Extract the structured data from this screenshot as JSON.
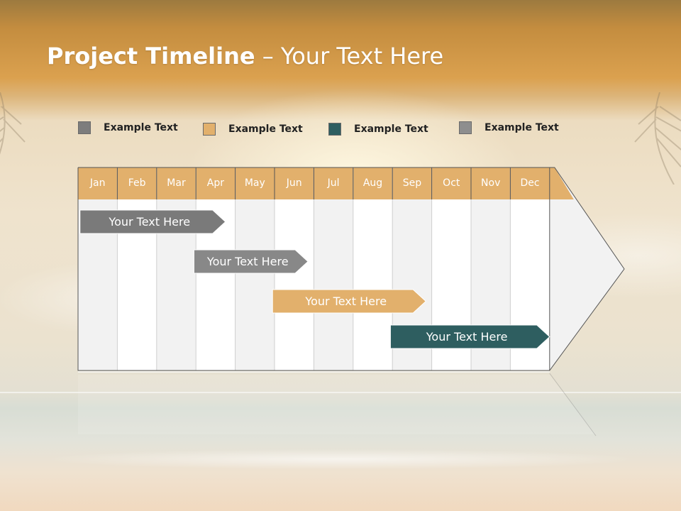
{
  "slide": {
    "title_bold": "Project Timeline",
    "title_rest": " – Your Text Here"
  },
  "legend": [
    {
      "label": "Example Text",
      "color": "#7d7d7d"
    },
    {
      "label": "Example Text",
      "color": "#e2b06c"
    },
    {
      "label": "Example Text",
      "color": "#2e5e60"
    },
    {
      "label": "Example Text",
      "color": "#8e8e8e"
    }
  ],
  "colors": {
    "header": "#e2b06c",
    "column_light": "#f2f2f2",
    "column_white": "#ffffff",
    "grid_line": "#cfcfcf",
    "outline": "#555555"
  },
  "months": [
    "Jan",
    "Feb",
    "Mar",
    "Apr",
    "May",
    "Jun",
    "Jul",
    "Aug",
    "Sep",
    "Oct",
    "Nov",
    "Dec"
  ],
  "tasks": [
    {
      "label": "Your  Text Here",
      "start_month": 0.05,
      "end_month": 3.75,
      "color": "#7a7a7a"
    },
    {
      "label": "Your  Text Here",
      "start_month": 2.95,
      "end_month": 5.85,
      "color": "#888888"
    },
    {
      "label": "Your  Text Here",
      "start_month": 4.95,
      "end_month": 8.85,
      "color": "#e2b06c"
    },
    {
      "label": "Your  Text Here",
      "start_month": 7.95,
      "end_month": 12.0,
      "color": "#2e5e60"
    }
  ]
}
